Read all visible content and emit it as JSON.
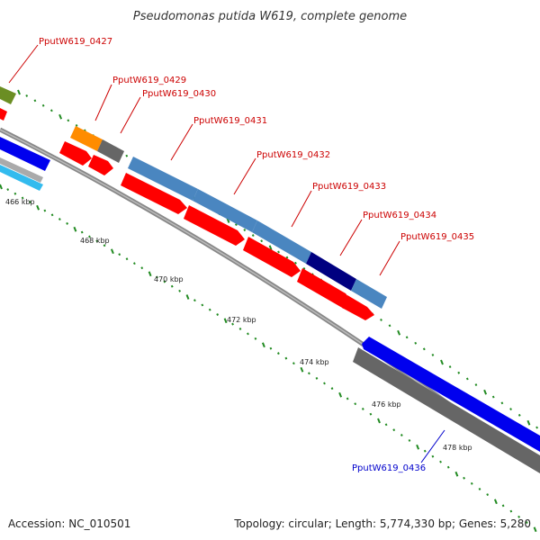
{
  "title": "Pseudomonas putida W619, complete genome",
  "accession": "Accession: NC_010501",
  "topology": "Topology: circular; Length: 5,774,330 bp; Genes: 5,280",
  "colors": {
    "feature_red": "#ff0000",
    "feature_blue": "#0000ee",
    "feature_steelblue": "#4a86c0",
    "feature_navy": "#000080",
    "feature_orange": "#ff8c00",
    "feature_olive": "#6b8e23",
    "feature_gray": "#666666",
    "feature_cyan": "#33bbee",
    "tick_green": "#228b22",
    "label_red": "#cc0000",
    "label_blue": "#0000cc"
  },
  "kbp_ticks": [
    "466 kbp",
    "468 kbp",
    "470 kbp",
    "472 kbp",
    "474 kbp",
    "476 kbp",
    "478 kbp"
  ],
  "gene_labels": [
    {
      "text": "PputW619_0427",
      "color": "#cc0000"
    },
    {
      "text": "PputW619_0429",
      "color": "#cc0000"
    },
    {
      "text": "PputW619_0430",
      "color": "#cc0000"
    },
    {
      "text": "PputW619_0431",
      "color": "#cc0000"
    },
    {
      "text": "PputW619_0432",
      "color": "#cc0000"
    },
    {
      "text": "PputW619_0433",
      "color": "#cc0000"
    },
    {
      "text": "PputW619_0434",
      "color": "#cc0000"
    },
    {
      "text": "PputW619_0435",
      "color": "#cc0000"
    },
    {
      "text": "PputW619_0436",
      "color": "#0000cc"
    }
  ]
}
